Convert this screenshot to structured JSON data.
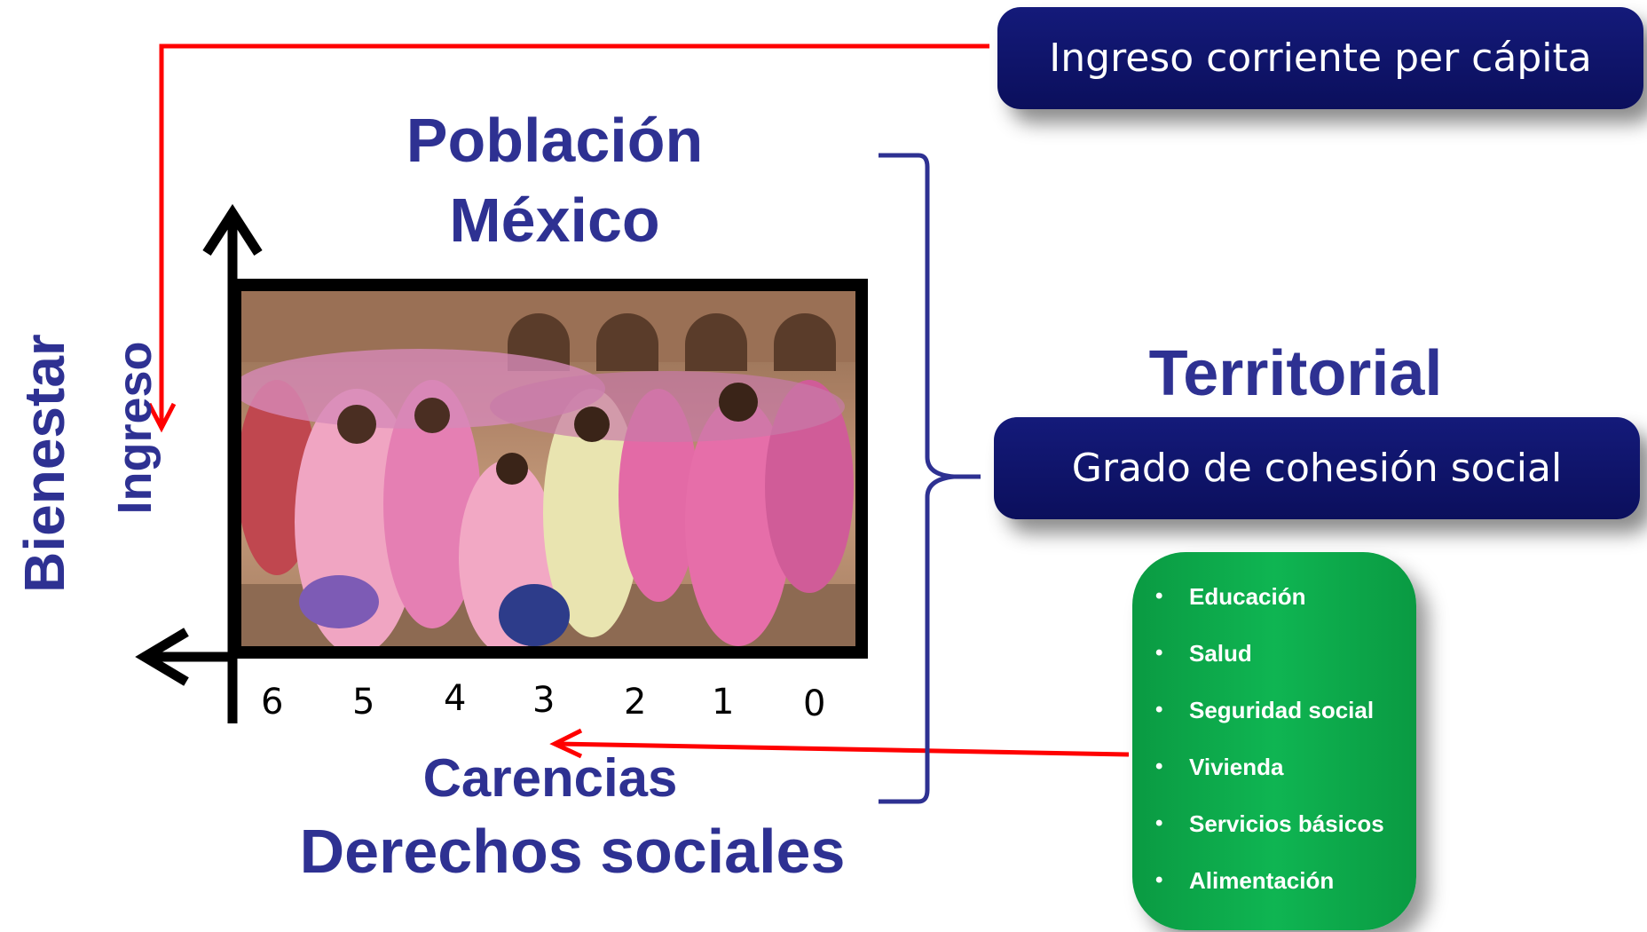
{
  "top_box": {
    "label": "Ingreso corriente per cápita"
  },
  "title": {
    "line1": "Población",
    "line2": "México"
  },
  "territorial": {
    "label": "Territorial",
    "box_label": "Grado de cohesión social"
  },
  "left_labels": {
    "bienestar": "Bienestar",
    "ingreso": "Ingreso"
  },
  "axis": {
    "ticks": [
      "6",
      "5",
      "4",
      "3",
      "2",
      "1",
      "0"
    ]
  },
  "bottom": {
    "carencias": "Carencias",
    "derechos": "Derechos sociales"
  },
  "rights_list": [
    "Educación",
    "Salud",
    "Seguridad social",
    "Vivienda",
    "Servicios básicos",
    "Alimentación"
  ],
  "colors": {
    "navy": "#0b0f5c",
    "title": "#2e3192",
    "green": "#0fb552",
    "arrow_red": "#ff0000"
  }
}
